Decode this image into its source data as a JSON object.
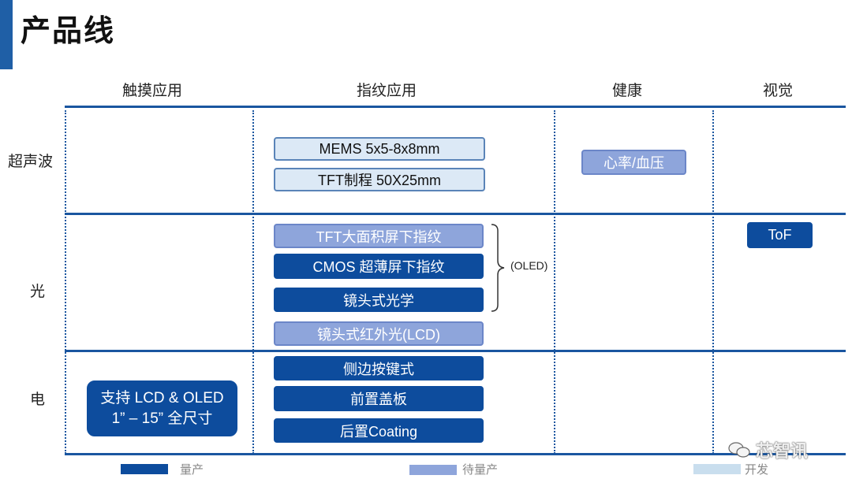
{
  "title": "产品线",
  "columns": [
    "触摸应用",
    "指纹应用",
    "健康",
    "视觉"
  ],
  "rows": [
    "超声波",
    "光",
    "电"
  ],
  "ultrasonic": {
    "fingerprint": [
      "MEMS 5x5-8x8mm",
      "TFT制程 50X25mm"
    ],
    "health": "心率/血压"
  },
  "optical": {
    "fingerprint": [
      "TFT大面积屏下指纹",
      "CMOS 超薄屏下指纹",
      "镜头式光学",
      "镜头式红外光(LCD)"
    ],
    "oled_note": "(OLED)",
    "vision": "ToF"
  },
  "electric": {
    "touch_line1": "支持 LCD & OLED",
    "touch_line2": "1” – 15” 全尺寸",
    "fingerprint": [
      "侧边按键式",
      "前置盖板",
      "后置Coating"
    ]
  },
  "legend": [
    "量产",
    "待量产",
    "开发"
  ],
  "legend_colors": [
    "#0d4c9d",
    "#8ea5db",
    "#c9deee"
  ],
  "watermark": "芯智讯"
}
